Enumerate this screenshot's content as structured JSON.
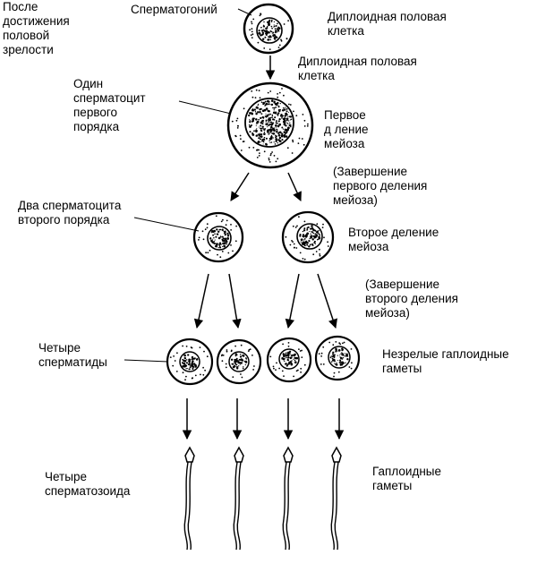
{
  "labels": {
    "after_maturity": "После\nдостижения\nполовой\nзрелости",
    "spermatogonium": "Сперматогоний",
    "diploid_1": "Диплоидная половая\nклетка",
    "diploid_2": "Диплоидная половая\nклетка",
    "one_spermatocyte": "Один\nсперматоцит\nпервого\nпорядка",
    "first_division": "Первое\nд ление\nмейоза",
    "first_division_done": "(Завершение\nпервого деления\nмейоза)",
    "two_spermatocytes": "Два сперматоцита\nвторого порядка",
    "second_division": "Второе деление\nмейоза",
    "second_division_done": "(Завершение\nвторого деления\nмейоза)",
    "four_spermatids": "Четыре\nсперматиды",
    "immature_gametes": "Незрелые гаплоидные\nгаметы",
    "four_spermatozoa": "Четыре\nсперматозоида",
    "haploid_gametes": "Гаплоидные\nгаметы"
  },
  "colors": {
    "ink": "#000000",
    "cell_fill": "#ffffff",
    "nucleus_fill": "#ffffff"
  }
}
